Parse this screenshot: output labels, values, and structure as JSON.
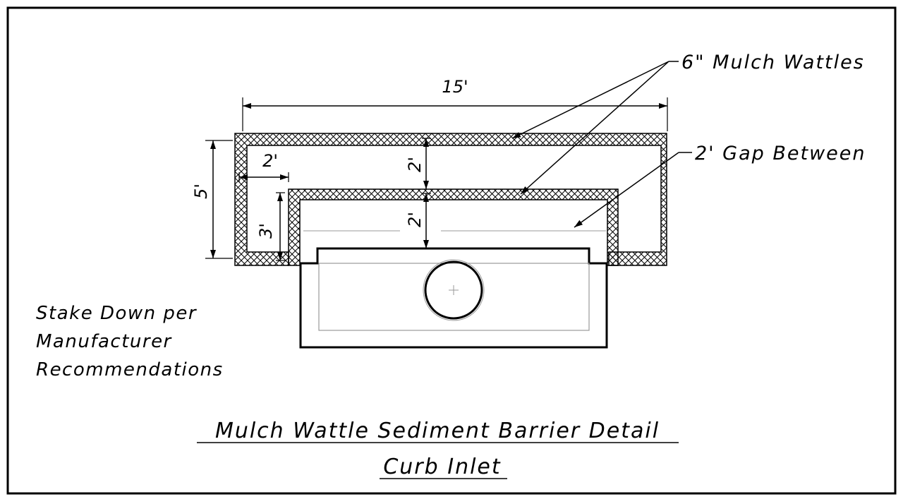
{
  "drawing": {
    "title_line1": "Mulch Wattle Sediment Barrier Detail",
    "title_line2": "Curb Inlet",
    "callouts": {
      "wattles": "6\" Mulch Wattles",
      "gap": "2' Gap Between"
    },
    "note": {
      "line1": "Stake Down per",
      "line2": "Manufacturer",
      "line3": "Recommendations"
    },
    "dimensions": {
      "overall_width": "15'",
      "overall_height": "5'",
      "return_length": "2'",
      "return_height": "3'",
      "gap_upper": "2'",
      "gap_lower": "2'"
    },
    "colors": {
      "line": "#000000",
      "thin_line": "#999999"
    }
  }
}
